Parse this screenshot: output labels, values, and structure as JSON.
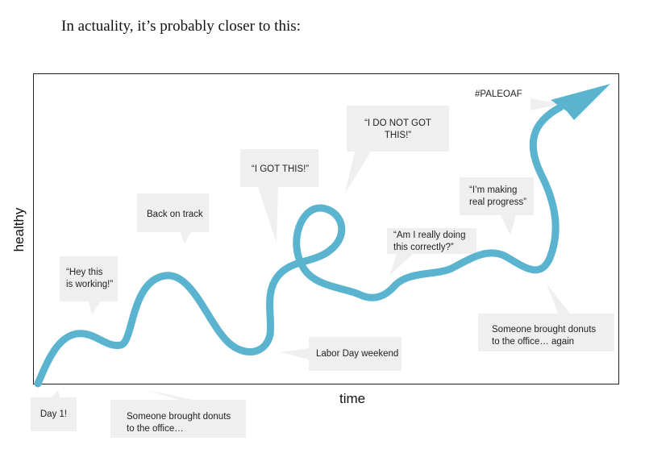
{
  "heading": "In actuality, it’s probably closer to this:",
  "axes": {
    "y_label": "healthy",
    "x_label": "time"
  },
  "colors": {
    "curve": "#5ab4cf",
    "bubble": "#efefef",
    "frame": "#222222"
  },
  "bubbles": [
    {
      "id": "day1",
      "text": "Day 1!"
    },
    {
      "id": "donuts1",
      "text": "Someone brought donuts\nto the office…"
    },
    {
      "id": "hey",
      "text": "“Hey this\nis working!”"
    },
    {
      "id": "back",
      "text": "Back on track"
    },
    {
      "id": "igot",
      "text": "“I GOT THIS!”"
    },
    {
      "id": "labor",
      "text": "Labor Day weekend"
    },
    {
      "id": "idonot",
      "text": "“I DO NOT GOT\nTHIS!”"
    },
    {
      "id": "amireally",
      "text": "“Am I really doing\nthis correctly?”"
    },
    {
      "id": "progress",
      "text": "“I’m making\nreal progress”"
    },
    {
      "id": "paleo",
      "text": "#PALEOAF"
    },
    {
      "id": "donuts2",
      "text": "Someone brought donuts\nto the office… again"
    }
  ]
}
